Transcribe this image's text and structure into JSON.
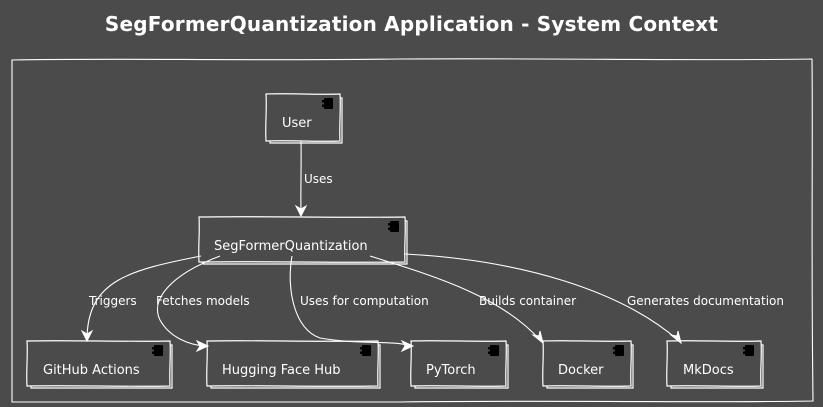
{
  "title": "SegFormerQuantization Application - System Context",
  "nodes": {
    "user": {
      "label": "User",
      "icon": "component-icon"
    },
    "segformer": {
      "label": "SegFormerQuantization",
      "icon": "component-icon"
    },
    "github": {
      "label": "GitHub Actions",
      "icon": "component-icon"
    },
    "huggingface": {
      "label": "Hugging Face Hub",
      "icon": "component-icon"
    },
    "pytorch": {
      "label": "PyTorch",
      "icon": "component-icon"
    },
    "docker": {
      "label": "Docker",
      "icon": "component-icon"
    },
    "mkdocs": {
      "label": "MkDocs",
      "icon": "component-icon"
    }
  },
  "edges": {
    "uses": {
      "from": "User",
      "to": "SegFormerQuantization",
      "label": "Uses"
    },
    "triggers": {
      "from": "SegFormerQuantization",
      "to": "GitHub Actions",
      "label": "Triggers"
    },
    "fetches": {
      "from": "SegFormerQuantization",
      "to": "Hugging Face Hub",
      "label": "Fetches models"
    },
    "computation": {
      "from": "SegFormerQuantization",
      "to": "PyTorch",
      "label": "Uses for computation"
    },
    "builds": {
      "from": "SegFormerQuantization",
      "to": "Docker",
      "label": "Builds container"
    },
    "docs": {
      "from": "SegFormerQuantization",
      "to": "MkDocs",
      "label": "Generates documentation"
    }
  },
  "colors": {
    "background": "#4b4b4b",
    "foreground": "#ffffff"
  }
}
